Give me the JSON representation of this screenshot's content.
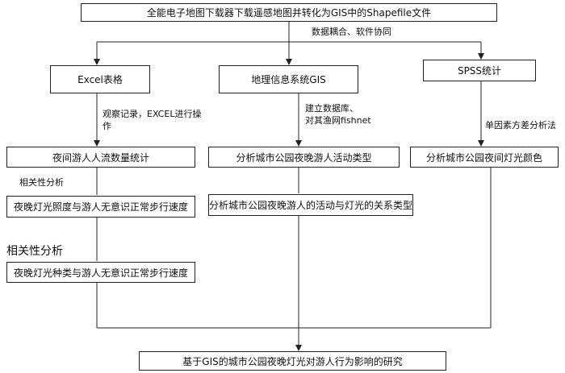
{
  "boxes": {
    "top": "全能电子地图下载器下载遥感地图并转化为GIS中的Shapefile文件",
    "excel": "Excel表格",
    "gis": "地理信息系统GIS",
    "spss": "SPSS统计",
    "night_flow": "夜间游人人流数量统计",
    "activity_type": "分析城市公园夜晚游人活动类型",
    "light_color": "分析城市公园夜间灯光颜色",
    "illuminance_speed": "夜晚灯光照度与游人无意识正常步行速度",
    "activity_light_relation": "分析城市公园夜晚游人的活动与灯光的关系类型",
    "lighttype_speed": "夜晚灯光种类与游人无意识正常步行速度",
    "bottom": "基于GIS的城市公园夜晚灯光对游人行为影响的研究"
  },
  "labels": {
    "data_coupling": "数据耦合、软件协同",
    "excel_op_line1": "观察记录，EXCEL进行操",
    "excel_op_line2": "作",
    "gis_db_line1": "建立数据库、",
    "gis_db_line2": "对其渔网fishnet",
    "spss_method": "单因素方差分析法",
    "correlation_1": "相关性分析",
    "correlation_2": "相关性分析"
  }
}
